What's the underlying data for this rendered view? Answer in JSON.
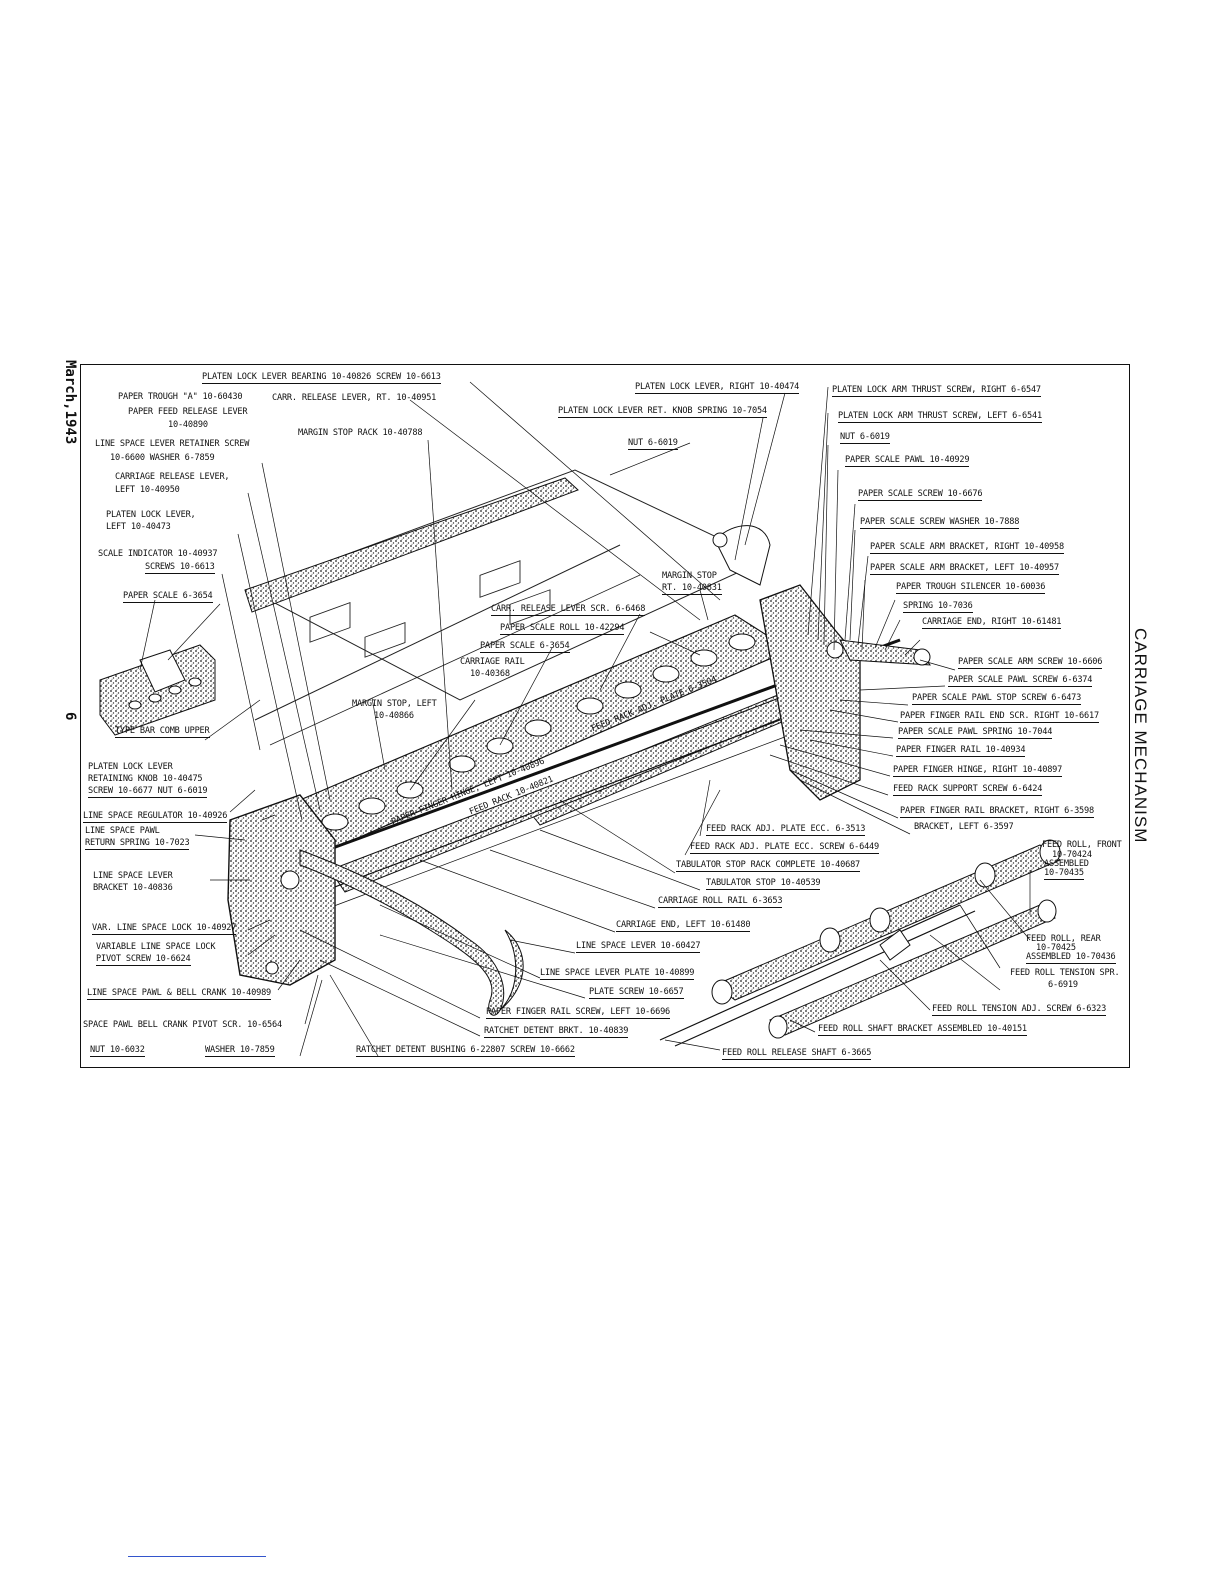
{
  "side": {
    "date": "March,1943",
    "page": "6",
    "section_title": "CARRIAGE MECHANISM"
  },
  "labels": {
    "platen_lock_lever_bearing": "PLATEN LOCK LEVER BEARING 10-40826  SCREW 10-6613",
    "paper_trough_a": "PAPER TROUGH \"A\" 10-60430",
    "carr_release_lever_rt": "CARR. RELEASE LEVER, RT. 10-40951",
    "platen_lock_lever_right": "PLATEN LOCK LEVER, RIGHT 10-40474",
    "platen_lock_arm_thrust_right": "PLATEN LOCK ARM THRUST SCREW, RIGHT 6-6547",
    "paper_feed_release_lever_1": "PAPER FEED RELEASE LEVER",
    "paper_feed_release_lever_2": "10-40890",
    "platen_lock_lever_ret_knob_spring": "PLATEN LOCK LEVER RET. KNOB SPRING 10-7054",
    "platen_lock_arm_thrust_left": "PLATEN LOCK ARM THRUST SCREW, LEFT 6-6541",
    "margin_stop_rack": "MARGIN STOP RACK 10-40788",
    "line_space_lever_retainer_1": "LINE SPACE LEVER RETAINER SCREW",
    "line_space_lever_retainer_2": "10-6600     WASHER 6-7859",
    "nut_6_6019_top": "NUT 6-6019",
    "nut_6_6019_right": "NUT 6-6019",
    "paper_scale_pawl": "PAPER SCALE PAWL 10-40929",
    "carriage_release_lever_left_1": "CARRIAGE RELEASE LEVER,",
    "carriage_release_lever_left_2": "LEFT 10-40950",
    "paper_scale_screw": "PAPER SCALE SCREW 10-6676",
    "platen_lock_lever_left_1": "PLATEN LOCK LEVER,",
    "platen_lock_lever_left_2": "LEFT 10-40473",
    "paper_scale_screw_washer": "PAPER SCALE SCREW WASHER 10-7888",
    "scale_indicator_1": "SCALE INDICATOR 10-40937",
    "scale_indicator_2": "SCREWS 10-6613",
    "paper_scale_arm_bracket_right": "PAPER SCALE ARM BRACKET, RIGHT 10-40958",
    "paper_scale_arm_bracket_left": "PAPER SCALE ARM BRACKET, LEFT 10-40957",
    "margin_stop_rt_1": "MARGIN STOP",
    "margin_stop_rt_2": "RT. 10-40831",
    "paper_trough_silencer": "PAPER TROUGH SILENCER 10-60036",
    "paper_scale_left": "PAPER SCALE 6-3654",
    "spring_10_7036": "SPRING 10-7036",
    "carr_release_lever_scr": "CARR. RELEASE LEVER SCR. 6-6468",
    "carriage_end_right": "CARRIAGE END, RIGHT 10-61481",
    "paper_scale_roll": "PAPER SCALE ROLL 10-42294",
    "paper_scale_mid": "PAPER SCALE 6-3654",
    "carriage_rail_1": "CARRIAGE RAIL",
    "carriage_rail_2": "10-40368",
    "paper_scale_arm_screw": "PAPER SCALE ARM SCREW 10-6606",
    "paper_scale_pawl_screw": "PAPER SCALE PAWL SCREW 6-6374",
    "margin_stop_left_1": "MARGIN STOP, LEFT",
    "margin_stop_left_2": "10-40866",
    "paper_scale_pawl_stop_screw": "PAPER SCALE PAWL STOP SCREW 6-6473",
    "paper_finger_rail_end_scr": "PAPER FINGER RAIL END SCR. RIGHT 10-6617",
    "type_bar_comb_upper": "TYPE BAR COMB UPPER",
    "paper_scale_pawl_spring": "PAPER SCALE PAWL SPRING 10-7044",
    "feed_rack_adj_plate": "FEED RACK ADJ. PLATE 6-3504",
    "paper_finger_rail": "PAPER FINGER RAIL 10-40934",
    "platen_lock_lever_knob_1": "PLATEN LOCK LEVER",
    "platen_lock_lever_knob_2": "RETAINING KNOB 10-40475",
    "platen_lock_lever_knob_3": "SCREW 10-6677   NUT 6-6019",
    "paper_finger_hinge_right": "PAPER FINGER HINGE, RIGHT 10-40897",
    "paper_finger_hinge_left": "PAPER FINGER HINGE, LEFT 10-40896",
    "feed_rack": "FEED RACK 10-40821",
    "feed_rack_support_screw": "FEED RACK SUPPORT SCREW 6-6424",
    "line_space_regulator": "LINE SPACE REGULATOR 10-40926",
    "paper_finger_rail_bracket_right": "PAPER FINGER RAIL BRACKET, RIGHT 6-3598",
    "line_space_pawl_return_1": "LINE SPACE PAWL",
    "line_space_pawl_return_2": "RETURN SPRING 10-7023",
    "bracket_left": "BRACKET, LEFT 6-3597",
    "feed_rack_adj_plate_ecc": "FEED RACK ADJ. PLATE ECC. 6-3513",
    "feed_roll_front_1": "FEED ROLL, FRONT",
    "feed_roll_front_2": "10-70424",
    "feed_roll_front_3": "ASSEMBLED",
    "feed_roll_front_4": "10-70435",
    "feed_rack_adj_plate_ecc_screw": "FEED RACK ADJ. PLATE ECC. SCREW 6-6449",
    "line_space_lever_bracket_1": "LINE SPACE LEVER",
    "line_space_lever_bracket_2": "BRACKET 10-40836",
    "tabulator_stop_rack": "TABULATOR STOP RACK COMPLETE 10-40687",
    "tabulator_stop": "TABULATOR STOP 10-40539",
    "carriage_roll_rail": "CARRIAGE ROLL RAIL 6-3653",
    "var_line_space_lock": "VAR. LINE SPACE LOCK 10-40927",
    "carriage_end_left": "CARRIAGE END, LEFT 10-61480",
    "variable_line_space_lock_pivot_1": "VARIABLE LINE SPACE LOCK",
    "variable_line_space_lock_pivot_2": "PIVOT SCREW 10-6624",
    "line_space_lever": "LINE SPACE LEVER 10-60427",
    "feed_roll_rear_1": "FEED ROLL, REAR",
    "feed_roll_rear_2": "10-70425",
    "feed_roll_rear_3": "ASSEMBLED 10-70436",
    "line_space_lever_plate": "LINE SPACE LEVER PLATE 10-40899",
    "feed_roll_tension_spr_1": "FEED ROLL TENSION SPR.",
    "feed_roll_tension_spr_2": "6-6919",
    "line_space_pawl_bell_crank": "LINE SPACE PAWL & BELL CRANK 10-40989",
    "plate_screw": "PLATE SCREW 10-6657",
    "feed_roll_tension_adj_screw": "FEED ROLL TENSION ADJ. SCREW 6-6323",
    "paper_finger_rail_screw_left": "PAPER FINGER RAIL SCREW, LEFT 10-6696",
    "space_pawl_bell_crank_pivot": "SPACE PAWL BELL CRANK PIVOT SCR. 10-6564",
    "ratchet_detent_brkt": "RATCHET DETENT BRKT. 10-40839",
    "feed_roll_shaft_bracket": "FEED ROLL SHAFT BRACKET ASSEMBLED 10-40151",
    "nut_10_6032": "NUT 10-6032",
    "washer_10_7859": "WASHER 10-7859",
    "ratchet_detent_bushing": "RATCHET DETENT BUSHING 6-22807  SCREW 10-6662",
    "feed_roll_release_shaft": "FEED ROLL RELEASE SHAFT 6-3665"
  }
}
